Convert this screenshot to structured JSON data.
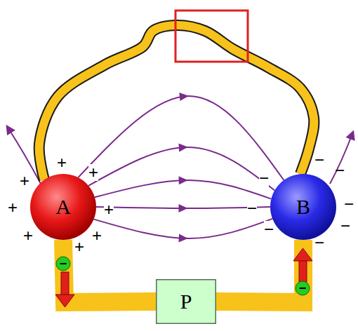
{
  "diagram": {
    "nodes": [
      {
        "text": [
          "A"
        ]
      },
      {
        "text": [
          "B"
        ]
      },
      {
        "text": [
          "P"
        ]
      }
    ],
    "edges": [
      {
        "from": 0,
        "to": 1,
        "arrow": "none"
      },
      {
        "from": 0,
        "to": 1,
        "arrow": "to"
      },
      {
        "from": 0,
        "to": 1,
        "arrow": "to"
      },
      {
        "from": 0,
        "to": 1,
        "arrow": "to"
      },
      {
        "from": 0,
        "to": 1,
        "arrow": "to"
      },
      {
        "from": 0,
        "to": 1,
        "arrow": "to"
      },
      {
        "from": 0,
        "to": 2,
        "arrow": "none"
      },
      {
        "from": 2,
        "to": 1,
        "arrow": "none"
      }
    ],
    "labels": [
      "+",
      "+",
      "+",
      "+",
      "+",
      "+",
      "+",
      "+",
      "−",
      "−",
      "−",
      "−",
      "−",
      "−",
      "−",
      "−",
      "−",
      "−"
    ]
  }
}
